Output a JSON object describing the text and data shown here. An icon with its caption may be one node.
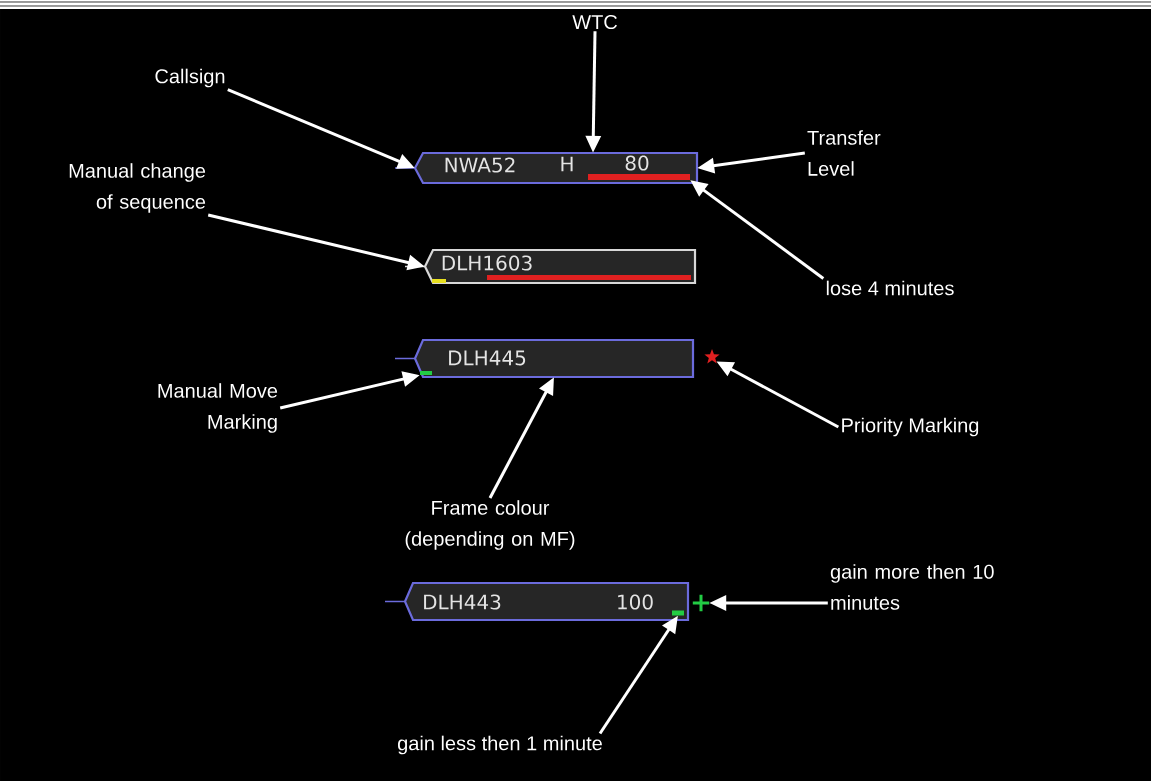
{
  "diagram": {
    "nodes": [
      {
        "text": [
          "Callsign"
        ]
      },
      {
        "text": [
          "WTC"
        ]
      },
      {
        "text": [
          "Transfer Level"
        ]
      },
      {
        "text": [
          "Manual change of sequence"
        ]
      },
      {
        "text": [
          "lose 4 minutes"
        ]
      },
      {
        "text": [
          "Manual Move Marking"
        ]
      },
      {
        "text": [
          "Frame colour (depending on MF)"
        ]
      },
      {
        "text": [
          "Priority Marking"
        ]
      },
      {
        "text": [
          "gain more then 10 minutes"
        ]
      },
      {
        "text": [
          "gain less then 1 minute"
        ]
      },
      {
        "text": [
          "NWA52",
          "H",
          "80"
        ]
      },
      {
        "text": [],
        "shape": "bar",
        "in": 10
      },
      {
        "text": [
          "DLH1603"
        ]
      },
      {
        "text": [],
        "shape": "bar",
        "in": 12
      },
      {
        "text": [
          "DLH445"
        ]
      },
      {
        "text": [],
        "shape": "bar",
        "in": 14
      },
      {
        "text": [],
        "shape": "star"
      },
      {
        "text": [
          "DLH443",
          "100"
        ]
      },
      {
        "text": [],
        "shape": "bar",
        "in": 17
      },
      {
        "text": [],
        "shape": "plus"
      }
    ],
    "edges": [
      {
        "from": 0,
        "to": 10,
        "arrow": "to"
      },
      {
        "from": 1,
        "to": 10,
        "arrow": "to"
      },
      {
        "from": 2,
        "to": 10,
        "arrow": "to"
      },
      {
        "from": 4,
        "to": 11,
        "arrow": "to"
      },
      {
        "from": 3,
        "to": 12,
        "arrow": "to"
      },
      {
        "from": 5,
        "to": 15,
        "arrow": "to"
      },
      {
        "from": 6,
        "to": 14,
        "arrow": "to"
      },
      {
        "from": 7,
        "to": 16,
        "arrow": "to"
      },
      {
        "from": 8,
        "to": 19,
        "arrow": "to"
      },
      {
        "from": 9,
        "to": 18,
        "arrow": "to"
      }
    ]
  }
}
